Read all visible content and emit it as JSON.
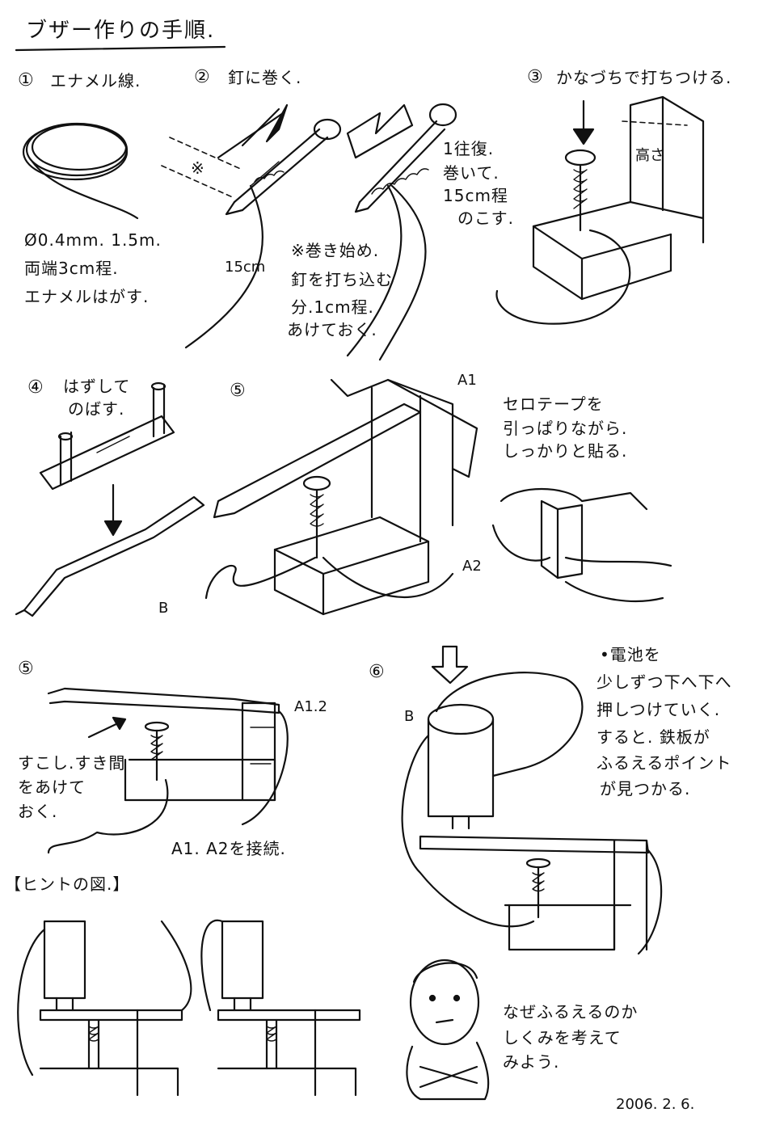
{
  "title": "ブザー作りの手順.",
  "steps": {
    "s1": {
      "num": "①",
      "label": "エナメル線.",
      "notes": [
        "Ø0.4mm. 1.5m.",
        "両端3cm程.",
        "エナメルはがす."
      ]
    },
    "s2": {
      "num": "②",
      "label": "釘に巻く.",
      "mark": "※",
      "length": "15cm",
      "notes": [
        "※巻き始め.",
        "釘を打ち込む",
        "分.1cm程.",
        "あけておく."
      ],
      "notes_right": [
        "1往復.",
        "巻いて.",
        "15cm程",
        "のこす."
      ]
    },
    "s3": {
      "num": "③",
      "label": "かなづちで打ちつける.",
      "height": "高さ"
    },
    "s4": {
      "num": "④",
      "label": [
        "はずして",
        "のばす."
      ]
    },
    "s5a": {
      "num": "⑤",
      "a1": "A1",
      "a2": "A2",
      "b": "B",
      "notes": [
        "セロテープを",
        "引っぱりながら.",
        "しっかりと貼る."
      ]
    },
    "s5b": {
      "num": "⑤",
      "a12": "A1.2",
      "connect": "A1. A2を接続.",
      "notes": [
        "すこし.すき間",
        "をあけて",
        "おく."
      ]
    },
    "s6": {
      "num": "⑥",
      "b": "B",
      "notes": [
        "•電池を",
        "少しずつ下へ下へ",
        "押しつけていく.",
        "すると. 鉄板が",
        "ふるえるポイント",
        "が見つかる."
      ]
    }
  },
  "hint": {
    "label": "【ヒントの図.】"
  },
  "question": [
    "なぜふるえるのか",
    "しくみを考えて",
    "みよう."
  ],
  "date": "2006. 2. 6."
}
